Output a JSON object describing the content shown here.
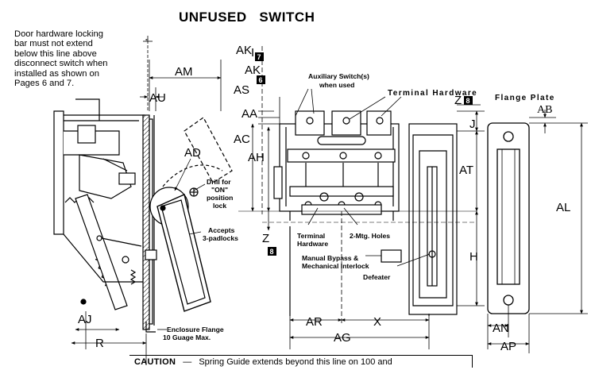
{
  "title": "UNFUSED   SWITCH",
  "door_note": [
    "Door hardware locking",
    "bar must not extend",
    "below this line above",
    "disconnect switch when",
    "installed as shown on",
    "Pages 6 and 7."
  ],
  "caution": {
    "label": "CAUTION",
    "dash": "—",
    "text": "Spring Guide extends beyond this line on 100 and"
  },
  "callouts": {
    "auxiliary": [
      "Auxiliary Switch(s)",
      "when used"
    ],
    "terminal_hardware_top": "Terminal Hardware",
    "flange_plate": "Flange Plate",
    "drill": [
      "Drill for",
      "\"ON\"",
      "position",
      "lock"
    ],
    "padlocks": [
      "Accepts",
      "3-padlocks"
    ],
    "terminal_hardware_bottom": [
      "Terminal",
      "Hardware"
    ],
    "mtg_holes": "2-Mtg. Holes",
    "bypass": [
      "Manual Bypass &",
      "Mechanical Interlock"
    ],
    "defeater": "Defeater",
    "enclosure_flange": [
      "Enclosure Flange",
      "10 Guage Max."
    ],
    "inch_mark": "\""
  },
  "dimensions": {
    "AM": "AM",
    "AU": "AU",
    "AD": "AD",
    "AJ": "AJ",
    "R": "R",
    "AK": "AK",
    "AK_sub": "I",
    "AK_badge": "7",
    "AK6_badge": "6",
    "AS": "AS",
    "AA": "AA",
    "AC": "AC",
    "AH": "AH",
    "Z": "Z",
    "Z_badge": "8",
    "AR": "AR",
    "X": "X",
    "AG": "AG",
    "J": "J",
    "AT": "AT",
    "H": "H",
    "AB": "AB",
    "AL": "AL",
    "AN": "AN",
    "AP": "AP",
    "ZR": "Z",
    "ZR_badge": "8"
  }
}
